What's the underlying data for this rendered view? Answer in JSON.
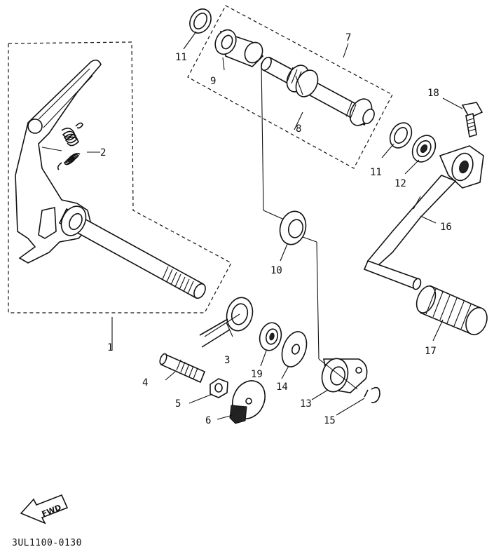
{
  "diagram": {
    "drawing_code": "3UL1100-0130",
    "fwd_label": "FWD",
    "callouts": {
      "c1": "1",
      "c2": "2",
      "c3": "3",
      "c4": "4",
      "c5": "5",
      "c6": "6",
      "c7": "7",
      "c8": "8",
      "c9": "9",
      "c10": "10",
      "c11a": "11",
      "c11b": "11",
      "c12": "12",
      "c13": "13",
      "c14": "14",
      "c15": "15",
      "c16": "16",
      "c17": "17",
      "c18": "18",
      "c19": "19"
    }
  }
}
